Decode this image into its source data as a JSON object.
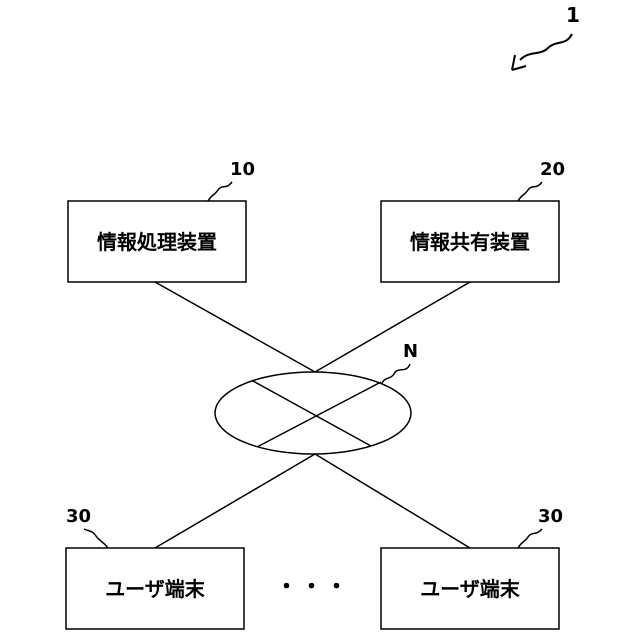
{
  "system": {
    "ref": "1"
  },
  "network": {
    "ref": "N"
  },
  "nodes": {
    "info_processing": {
      "ref": "10",
      "label": "情報処理装置"
    },
    "info_sharing": {
      "ref": "20",
      "label": "情報共有装置"
    },
    "user_terminal_left": {
      "ref": "30",
      "label": "ユーザ端末"
    },
    "user_terminal_right": {
      "ref": "30",
      "label": "ユーザ端末"
    }
  },
  "ellipsis": "…"
}
